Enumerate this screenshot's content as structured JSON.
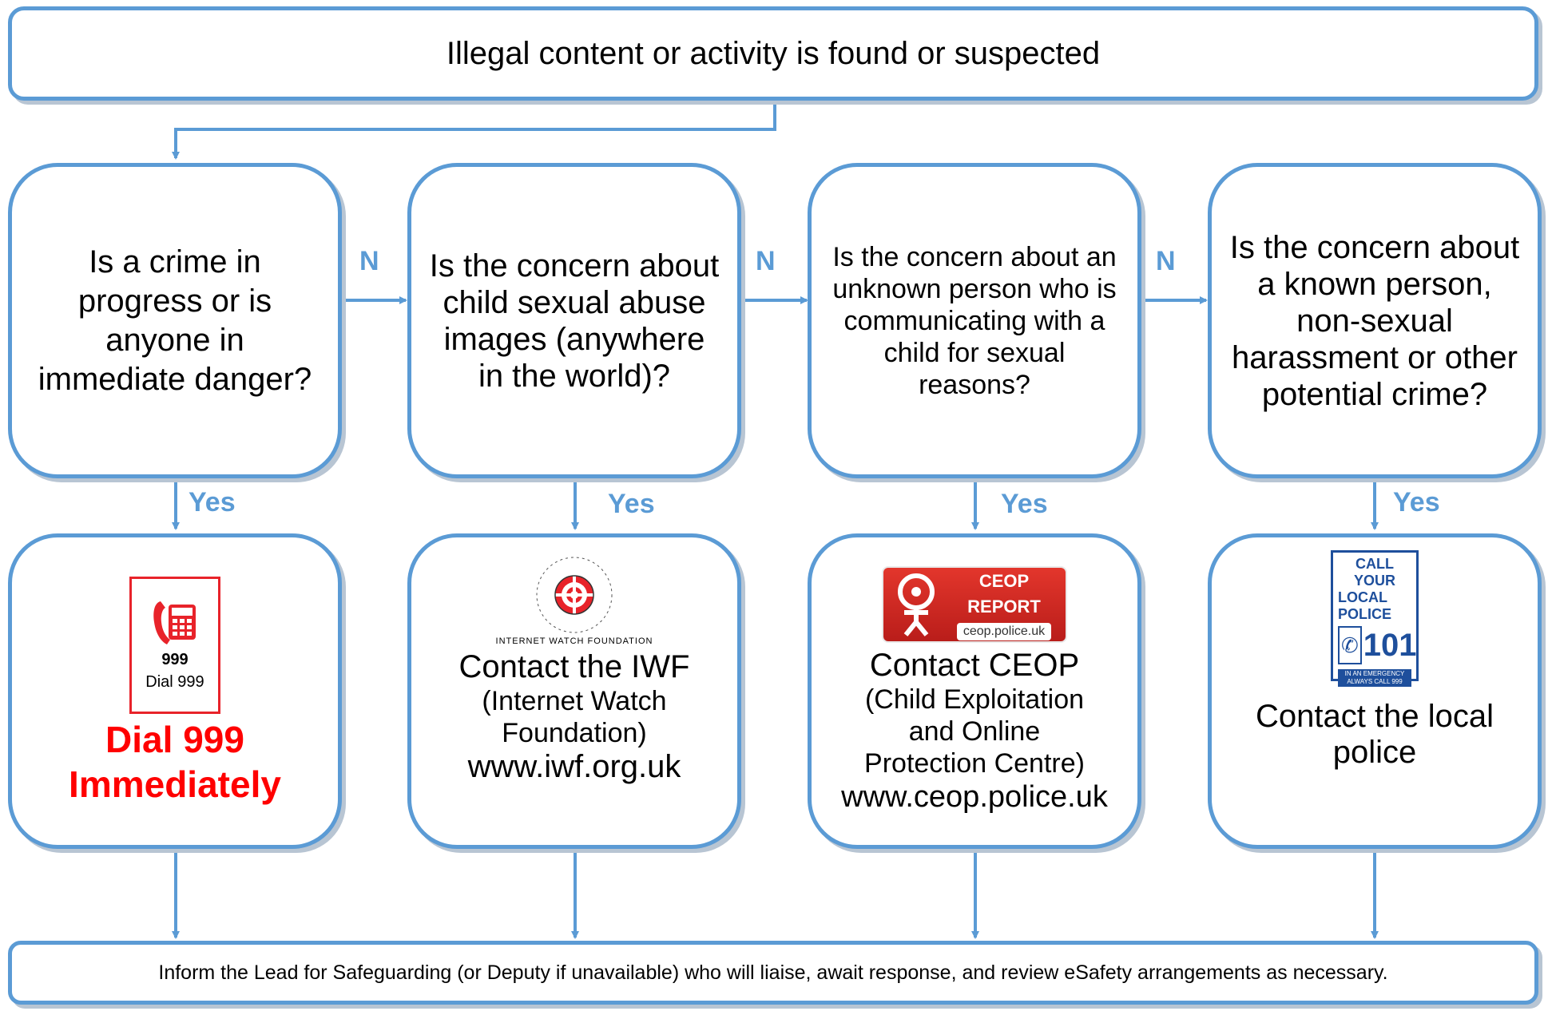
{
  "header": {
    "text": "Illegal content or activity is found or suspected"
  },
  "questions": [
    {
      "text": "Is a crime in progress or is anyone in immediate danger?"
    },
    {
      "text": "Is the concern about child sexual abuse images (anywhere in the world)?"
    },
    {
      "text": "Is the concern about an unknown person who is communicating with a child for sexual reasons?"
    },
    {
      "text": "Is the concern about a known person, non-sexual harassment or other potential crime?"
    }
  ],
  "no_label": "N",
  "yes_label": "Yes",
  "actions": [
    {
      "logo_number": "999",
      "logo_caption": "Dial 999",
      "title": "Dial 999 Immediately"
    },
    {
      "logo_text": "INTERNET WATCH FOUNDATION",
      "title": "Contact the IWF",
      "subtitle": "(Internet Watch Foundation)",
      "url": "www.iwf.org.uk"
    },
    {
      "logo_title": "CEOP REPORT",
      "logo_url": "ceop.police.uk",
      "title": "Contact CEOP",
      "subtitle": "(Child Exploitation and Online Protection Centre)",
      "url": "www.ceop.police.uk"
    },
    {
      "logo_line1": "CALL YOUR",
      "logo_line2": "LOCAL",
      "logo_line3": "POLICE",
      "logo_number": "101",
      "logo_footer": "IN AN EMERGENCY ALWAYS CALL 999",
      "title": "Contact the local police"
    }
  ],
  "footer": {
    "text": "Inform the Lead for Safeguarding (or Deputy if unavailable) who will liaise, await response, and review eSafety arrangements as necessary."
  },
  "colors": {
    "accent": "#5b9bd5",
    "alert": "#ff0000"
  }
}
